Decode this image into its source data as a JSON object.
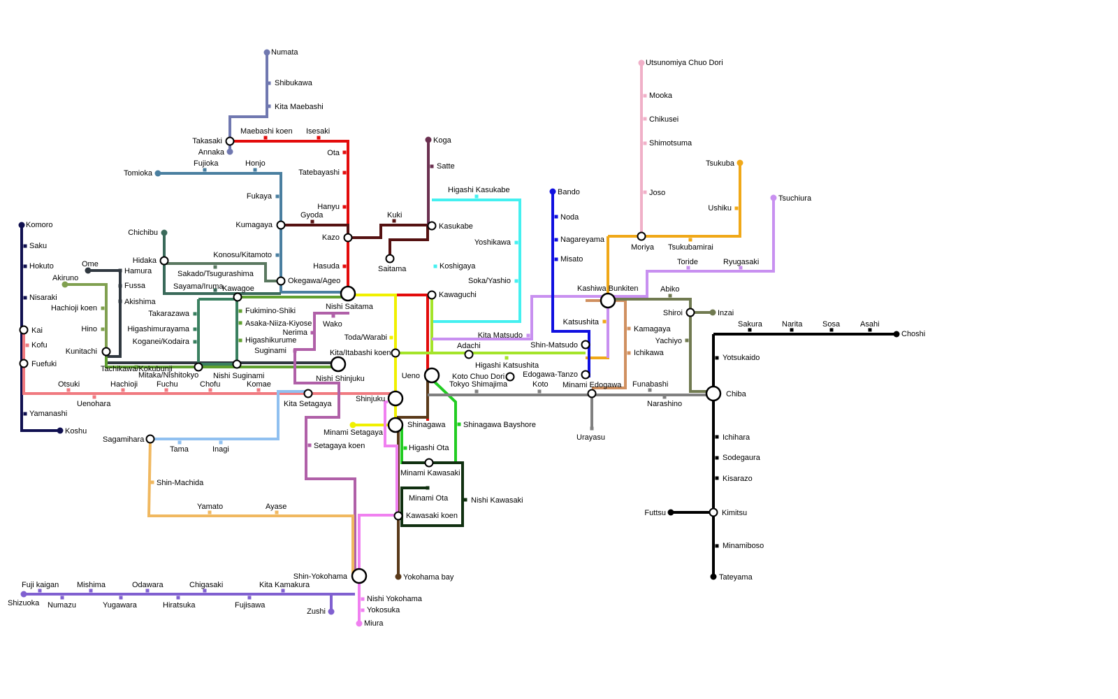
{
  "map": {
    "colors": {
      "red": "#e30b0b",
      "yellow": "#f0f000",
      "lime": "#a4e42a",
      "green": "#22cc22",
      "cyan": "#44f0f0",
      "darkred": "#551111",
      "plum": "#6b3050",
      "brown": "#5a3a1a",
      "steelblue": "#4a7fa0",
      "slate": "#7078b0",
      "navy": "#101050",
      "salmon": "#f07a80",
      "lightblue": "#90c0f0",
      "tan": "#f0b860",
      "pink": "#f0b0c8",
      "orange": "#f0a818",
      "lavender": "#c890f0",
      "blue": "#1010e0",
      "olive": "#707a50",
      "black": "#000000",
      "gray": "#808080",
      "mauve": "#b060a8",
      "violet": "#f080f0",
      "purple": "#8060d0",
      "dkgreen": "#103010",
      "teal": "#3a6a5a",
      "olivegreen": "#80a050",
      "charcoal": "#303840",
      "forest": "#3a8060",
      "grass": "#60a030",
      "copper": "#d09060",
      "sagegreen": "#5a7860",
      "gold": "#f0c030",
      "midblue": "#5060a0"
    },
    "stations": [
      "Numata",
      "Shibukawa",
      "Kita Maebashi",
      "Takasaki",
      "Annaka",
      "Maebashi koen",
      "Isesaki",
      "Ota",
      "Tatebayashi",
      "Hanyu",
      "Kazo",
      "Hasuda",
      "Koga",
      "Satte",
      "Kuki",
      "Kasukabe",
      "Saitama",
      "Gyoda",
      "Kumagaya",
      "Tomioka",
      "Fujioka",
      "Honjo",
      "Fukaya",
      "Konosu/Kitamoto",
      "Okegawa/Ageo",
      "Higashi Kasukabe",
      "Yoshikawa",
      "Koshigaya",
      "Soka/Yashio",
      "Kawaguchi",
      "Nishi Saitama",
      "Wako",
      "Toda/Warabi",
      "Kita/Itabashi koen",
      "Ueno",
      "Chichibu",
      "Hidaka",
      "Sakado/Tsugurashima",
      "Sayama/Iruma",
      "Kawagoe",
      "Fukimino-Shiki",
      "Asaka-Niiza-Kiyose",
      "Higashikurume",
      "Nerima",
      "Suginami",
      "Nishi Suginami",
      "Nishi Shinjuku",
      "Komoro",
      "Saku",
      "Hokuto",
      "Nisaraki",
      "Kai",
      "Kofu",
      "Fuefuki",
      "Yamanashi",
      "Koshu",
      "Ome",
      "Hamura",
      "Fussa",
      "Akishima",
      "Akiruno",
      "Hachioji koen",
      "Hino",
      "Kunitachi",
      "Tachikawa/Kokubunji",
      "Takarazawa",
      "Higashimurayama",
      "Koganei/Kodaira",
      "Mitaka/Nishitokyo",
      "Otsuki",
      "Uenohara",
      "Hachioji",
      "Fuchu",
      "Chofu",
      "Komae",
      "Kita Setagaya",
      "Shinjuku",
      "Minami Setagaya",
      "Setagaya koen",
      "Sagamihara",
      "Tama",
      "Inagi",
      "Shin-Machida",
      "Yamato",
      "Ayase",
      "Shinagawa",
      "Shinagawa Bayshore",
      "Higashi Ota",
      "Minami Kawasaki",
      "Minami Ota",
      "Nishi Kawasaki",
      "Kawasaki koen",
      "Yokohama bay",
      "Shin-Yokohama",
      "Nishi Yokohama",
      "Yokosuka",
      "Miura",
      "Zushi",
      "Fuji kaigan",
      "Shizuoka",
      "Numazu",
      "Mishima",
      "Yugawara",
      "Odawara",
      "Hiratsuka",
      "Chigasaki",
      "Fujisawa",
      "Kita Kamakura",
      "Adachi",
      "Higashi Katsushita",
      "Koto Chuo Dori",
      "Tokyo Shimajima",
      "Koto",
      "Kita Matsudo",
      "Utsunomiya Chuo Dori",
      "Mooka",
      "Chikusei",
      "Shimotsuma",
      "Joso",
      "Moriya",
      "Tsukubamirai",
      "Tsukuba",
      "Ushiku",
      "Tsuchiura",
      "Toride",
      "Ryugasaki",
      "Bando",
      "Noda",
      "Nagareyama",
      "Misato",
      "Kashiwa Bunkiten",
      "Abiko",
      "Shiroi",
      "Inzai",
      "Katsushita",
      "Kamagaya",
      "Yachiyo",
      "Ichikawa",
      "Shin-Matsudo",
      "Edogawa-Tanzo",
      "Minami Edogawa",
      "Funabashi",
      "Narashino",
      "Urayasu",
      "Sakura",
      "Narita",
      "Sosa",
      "Asahi",
      "Choshi",
      "Yotsukaido",
      "Chiba",
      "Ichihara",
      "Sodegaura",
      "Kisarazo",
      "Futtsu",
      "Kimitsu",
      "Minamiboso",
      "Tateyama"
    ]
  }
}
